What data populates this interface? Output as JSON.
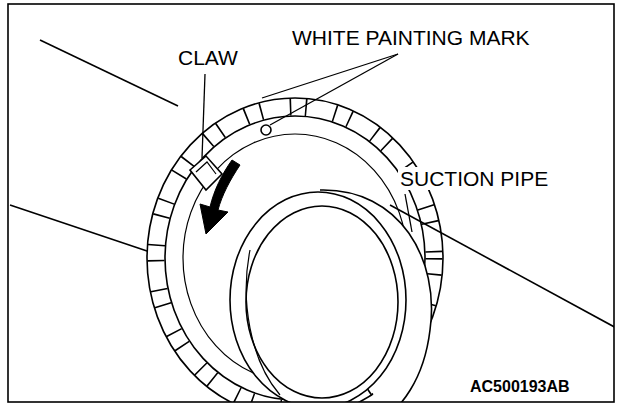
{
  "diagram": {
    "labels": [
      "CLAW",
      "WHITE PAINTING MARK",
      "SUCTION PIPE",
      "AC500193AB"
    ]
  }
}
